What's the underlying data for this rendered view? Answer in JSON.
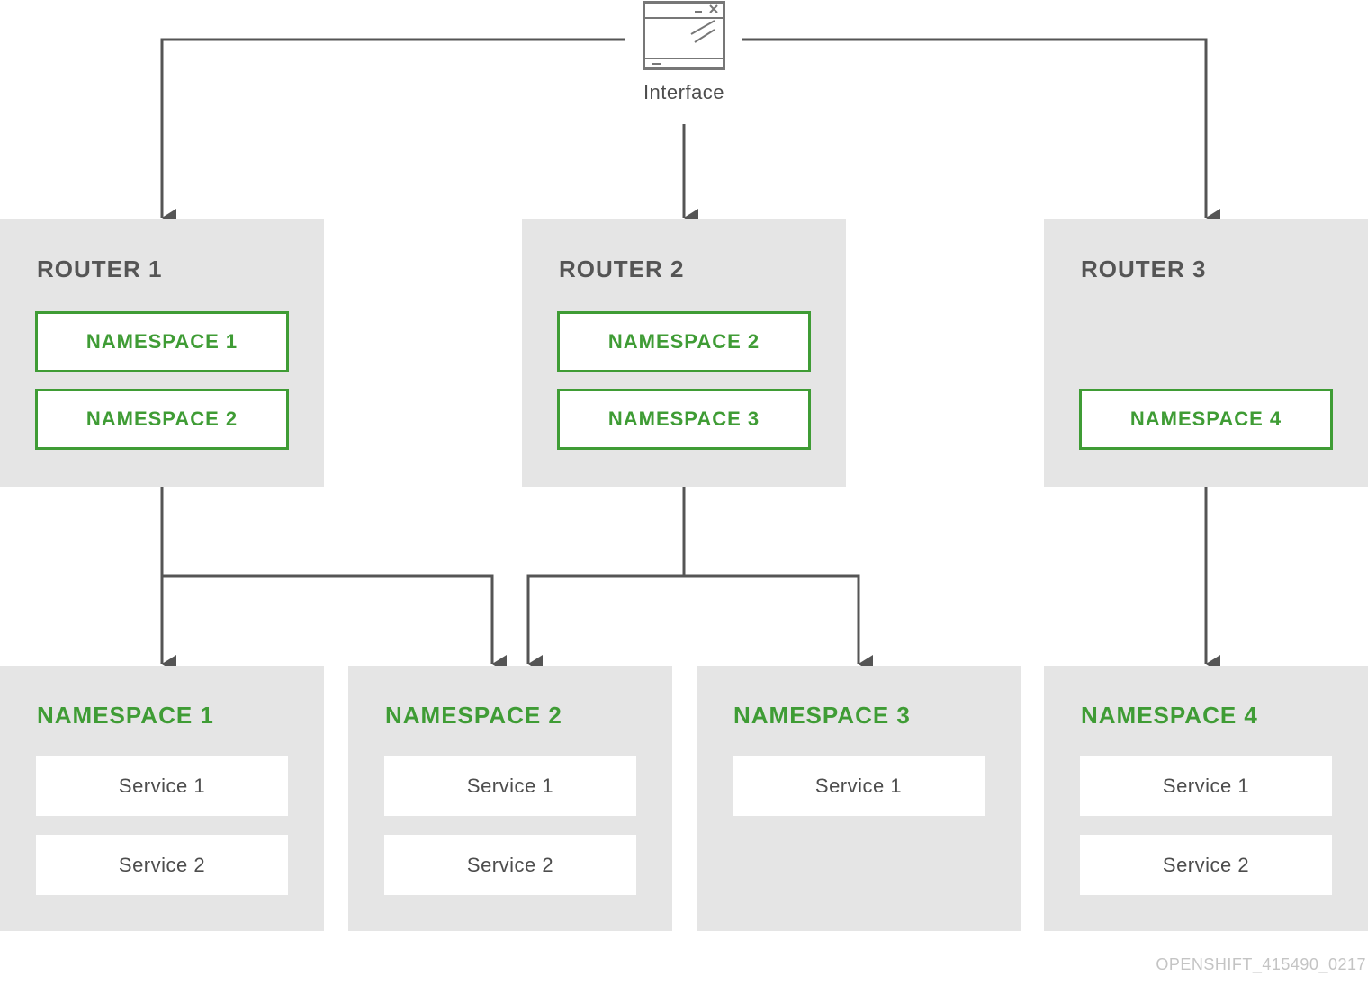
{
  "interface": {
    "label": "Interface",
    "icon": "window-icon"
  },
  "routers": [
    {
      "title": "ROUTER 1",
      "namespaces": [
        "NAMESPACE 1",
        "NAMESPACE 2"
      ]
    },
    {
      "title": "ROUTER 2",
      "namespaces": [
        "NAMESPACE 2",
        "NAMESPACE 3"
      ]
    },
    {
      "title": "ROUTER 3",
      "namespaces": [
        "NAMESPACE 4"
      ]
    }
  ],
  "namespaces": [
    {
      "title": "NAMESPACE 1",
      "services": [
        "Service 1",
        "Service 2"
      ]
    },
    {
      "title": "NAMESPACE 2",
      "services": [
        "Service 1",
        "Service 2"
      ]
    },
    {
      "title": "NAMESPACE 3",
      "services": [
        "Service 1"
      ]
    },
    {
      "title": "NAMESPACE 4",
      "services": [
        "Service 1",
        "Service 2"
      ]
    }
  ],
  "connections": [
    {
      "from": "Interface",
      "to": "ROUTER 1"
    },
    {
      "from": "Interface",
      "to": "ROUTER 2"
    },
    {
      "from": "Interface",
      "to": "ROUTER 3"
    },
    {
      "from": "ROUTER 1",
      "to": "NAMESPACE 1"
    },
    {
      "from": "ROUTER 1",
      "to": "NAMESPACE 2"
    },
    {
      "from": "ROUTER 2",
      "to": "NAMESPACE 2"
    },
    {
      "from": "ROUTER 2",
      "to": "NAMESPACE 3"
    },
    {
      "from": "ROUTER 3",
      "to": "NAMESPACE 4"
    }
  ],
  "colors": {
    "panel": "#e5e5e5",
    "namespace_green": "#3f9c35",
    "router_title": "#555555",
    "connector": "#555555"
  },
  "footer": {
    "id": "OPENSHIFT_415490_0217"
  }
}
